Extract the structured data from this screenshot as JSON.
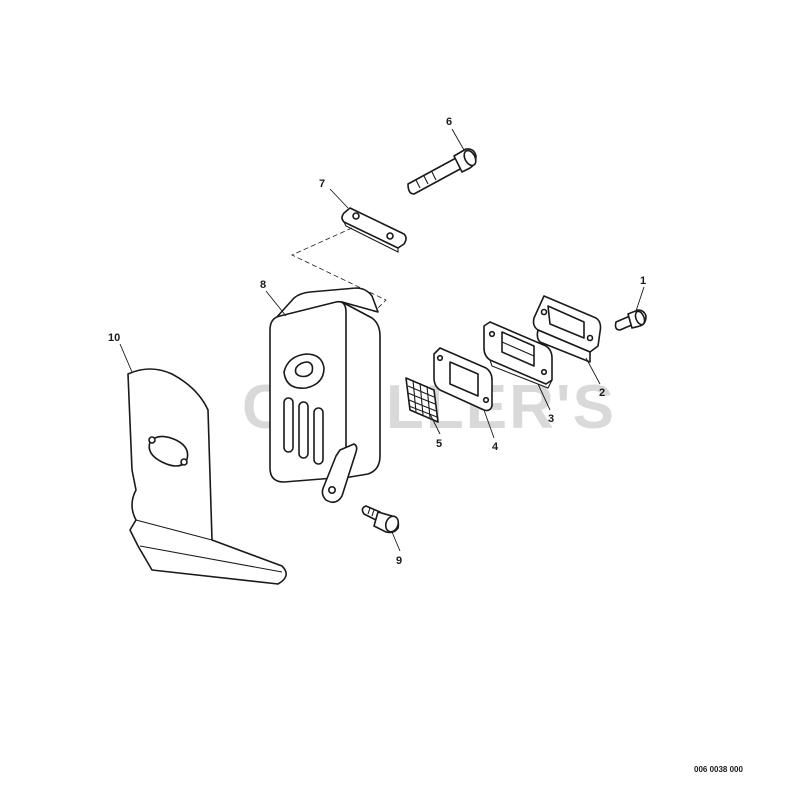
{
  "diagram": {
    "callouts": [
      "1",
      "2",
      "3",
      "4",
      "5",
      "6",
      "7",
      "8",
      "9",
      "10"
    ],
    "watermark": {
      "visible_left": "C",
      "visible_right": "LLER'S"
    },
    "drawing_number": "006 0038 000"
  }
}
